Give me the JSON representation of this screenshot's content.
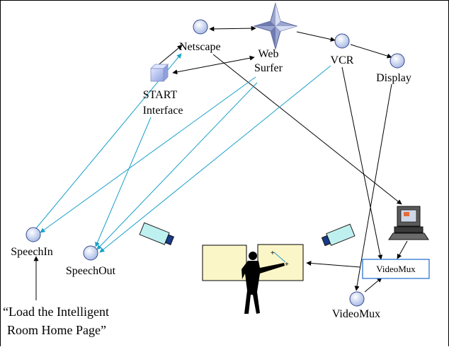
{
  "nodes": {
    "netscape": "Netscape",
    "web_surfer": [
      "Web",
      "Surfer"
    ],
    "vcr": "VCR",
    "display": "Display",
    "start_interface": [
      "START",
      "Interface"
    ],
    "speech_in": "SpeechIn",
    "speech_out": "SpeechOut",
    "video_mux_box": "VideoMux",
    "video_mux_node": "VideoMux"
  },
  "quote": [
    "“Load the Intelligent",
    "Room Home Page”"
  ],
  "colors": {
    "agent_node": "#c8d4ee",
    "control_arrow": "#000000",
    "speech_arrow": "#1aa0c8",
    "screen_fill": "#fbf6c8",
    "camera_body": "#bff0f0",
    "camera_lens": "#1a3a8a",
    "videomux_border": "#1a6ad0"
  },
  "icons": [
    "web-surfer-star-icon",
    "start-cube-icon",
    "camera-icon",
    "computer-icon",
    "person-icon"
  ]
}
